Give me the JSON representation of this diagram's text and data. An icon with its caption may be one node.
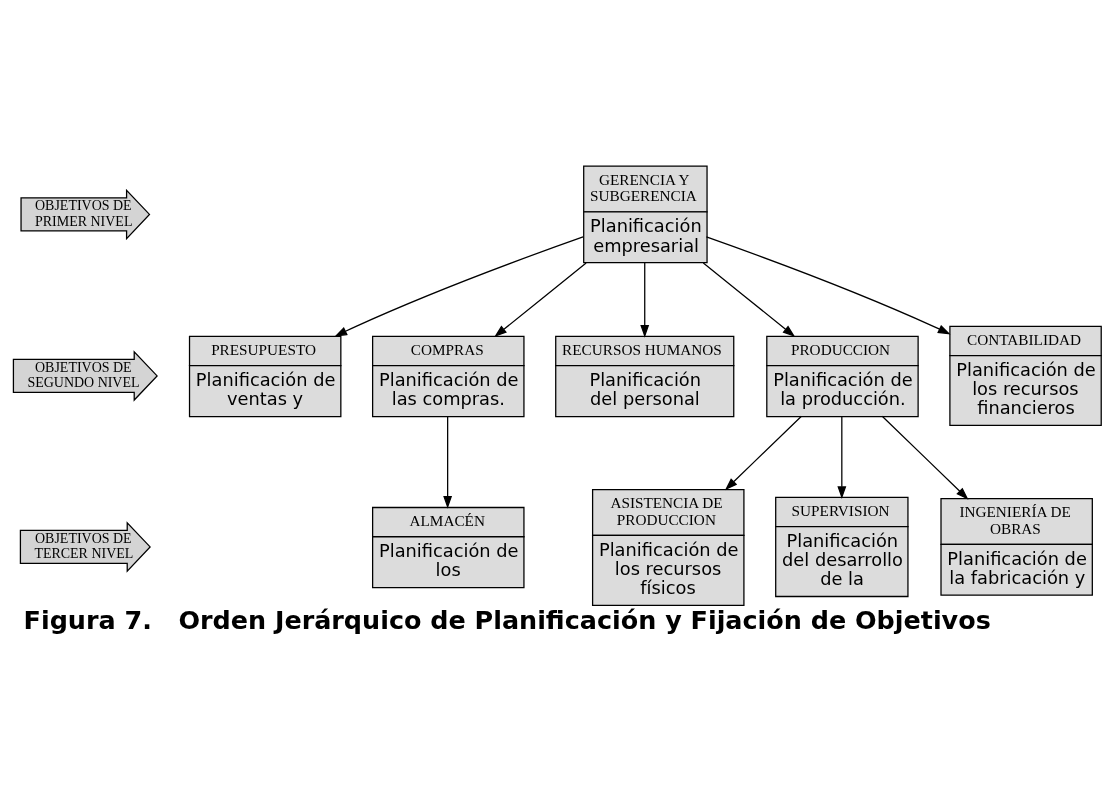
{
  "diagram": {
    "caption": "Figura 7.   Orden Jerárquico de Planificación y Fijación de Objetivos",
    "nodes": [
      {
        "text": [
          "OBJETIVOS DE PRIMER NIVEL"
        ]
      },
      {
        "text": [
          "OBJETIVOS DE SEGUNDO NIVEL"
        ]
      },
      {
        "text": [
          "OBJETIVOS DE TERCER NIVEL"
        ]
      },
      {
        "text": [
          "GERENCIA Y SUBGERENCIA",
          "Planificación empresarial"
        ]
      },
      {
        "text": [
          "PRESUPUESTO",
          "Planificación de ventas y"
        ]
      },
      {
        "text": [
          "COMPRAS",
          "Planificación de las compras."
        ]
      },
      {
        "text": [
          "RECURSOS HUMANOS",
          "Planificación del personal"
        ]
      },
      {
        "text": [
          "PRODUCCION",
          "Planificación de la producción."
        ]
      },
      {
        "text": [
          "CONTABILIDAD",
          "Planificación de los recursos financieros"
        ]
      },
      {
        "text": [
          "ALMACÉN",
          "Planificación de los"
        ]
      },
      {
        "text": [
          "ASISTENCIA DE PRODUCCION",
          "Planificación de los recursos físicos"
        ]
      },
      {
        "text": [
          "SUPERVISION",
          "Planificación del desarrollo de la"
        ]
      },
      {
        "text": [
          "INGENIERÍA DE OBRAS",
          "Planificación de la fabricación y"
        ]
      }
    ],
    "edges": [
      {
        "from": 3,
        "to": 4,
        "arrow": "to"
      },
      {
        "from": 3,
        "to": 5,
        "arrow": "to"
      },
      {
        "from": 3,
        "to": 6,
        "arrow": "to"
      },
      {
        "from": 3,
        "to": 7,
        "arrow": "to"
      },
      {
        "from": 3,
        "to": 8,
        "arrow": "to"
      },
      {
        "from": 5,
        "to": 9,
        "arrow": "to"
      },
      {
        "from": 7,
        "to": 10,
        "arrow": "to"
      },
      {
        "from": 7,
        "to": 11,
        "arrow": "to"
      },
      {
        "from": 7,
        "to": 12,
        "arrow": "to"
      }
    ]
  }
}
